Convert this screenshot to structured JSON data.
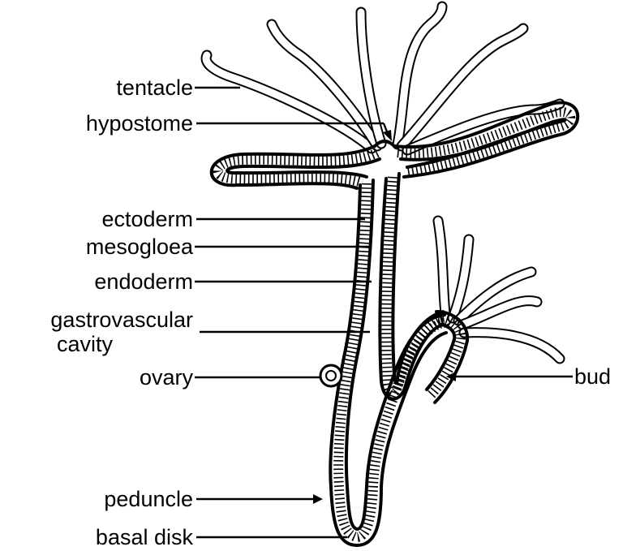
{
  "labels": {
    "tentacle": "tentacle",
    "hypostome": "hypostome",
    "ectoderm": "ectoderm",
    "mesogloea": "mesogloea",
    "endoderm": "endoderm",
    "gastrovascular_line1": "gastrovascular",
    "gastrovascular_line2": "cavity",
    "ovary": "ovary",
    "bud": "bud",
    "peduncle": "peduncle",
    "basal_disk": "basal disk"
  },
  "colors": {
    "ink": "#000000",
    "background": "#ffffff"
  }
}
